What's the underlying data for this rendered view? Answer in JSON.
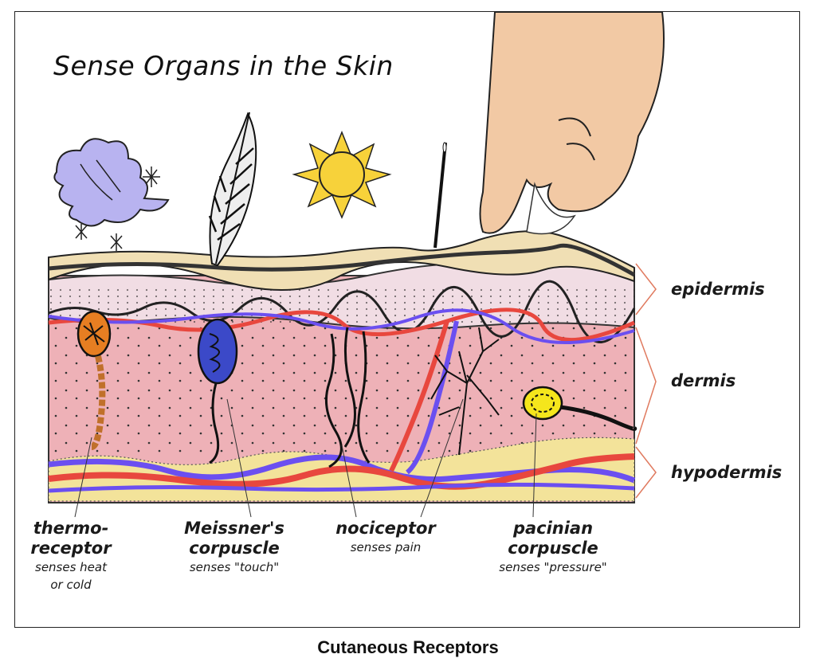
{
  "diagram": {
    "title": "Sense Organs in the Skin",
    "layers": [
      {
        "id": "epidermis",
        "label": "epidermis"
      },
      {
        "id": "dermis",
        "label": "dermis"
      },
      {
        "id": "hypodermis",
        "label": "hypodermis"
      }
    ],
    "receptors": [
      {
        "id": "thermoreceptor",
        "name_line1": "thermo-",
        "name_line2": "receptor",
        "desc_line1": "senses heat",
        "desc_line2": "or cold"
      },
      {
        "id": "meissner",
        "name_line1": "Meissner's",
        "name_line2": "corpuscle",
        "desc_line1": "senses \"touch\"",
        "desc_line2": ""
      },
      {
        "id": "nociceptor",
        "name_line1": "nociceptor",
        "name_line2": "",
        "desc_line1": "senses pain",
        "desc_line2": ""
      },
      {
        "id": "pacinian",
        "name_line1": "pacinian",
        "name_line2": "corpuscle",
        "desc_line1": "senses \"pressure\"",
        "desc_line2": ""
      }
    ],
    "stimulus_icons": [
      "cold-cloud-icon",
      "snowflake-icon",
      "feather-icon",
      "sun-icon",
      "needle-icon",
      "pinching-hand-icon"
    ],
    "colors": {
      "epidermis_top": "#f0dfb4",
      "epidermis_inner": "#f1dde4",
      "dermis": "#eeb1b7",
      "hypodermis_fat": "#f3e39a",
      "artery": "#e8473e",
      "vein": "#6b4ff0",
      "thermoreceptor": "#e67e22",
      "meissner": "#3b49c8",
      "pacinian": "#f5e61c",
      "sun": "#f7d23a",
      "cloud": "#b8b3f0",
      "skin": "#f2c9a4"
    }
  },
  "caption": "Cutaneous Receptors"
}
